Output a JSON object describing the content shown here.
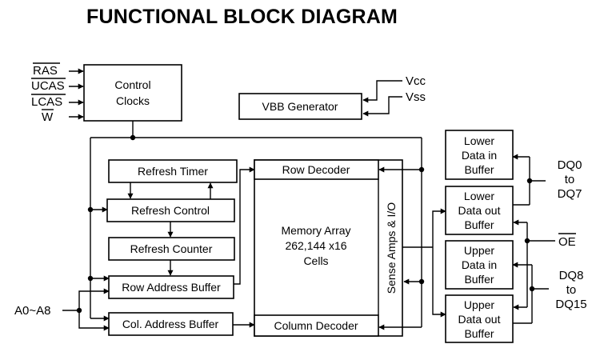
{
  "title": "FUNCTIONAL BLOCK DIAGRAM",
  "blocks": {
    "control_clocks": [
      "Control",
      "Clocks"
    ],
    "vbb_generator": "VBB Generator",
    "refresh_timer": "Refresh Timer",
    "refresh_control": "Refresh Control",
    "refresh_counter": "Refresh Counter",
    "row_address_buffer": "Row Address Buffer",
    "col_address_buffer": "Col. Address Buffer",
    "row_decoder": "Row Decoder",
    "column_decoder": "Column Decoder",
    "memory_array": [
      "Memory Array",
      "262,144 x16",
      "Cells"
    ],
    "sense_amps": "Sense Amps & I/O",
    "lower_data_in": [
      "Lower",
      "Data in",
      "Buffer"
    ],
    "lower_data_out": [
      "Lower",
      "Data out",
      "Buffer"
    ],
    "upper_data_in": [
      "Upper",
      "Data in",
      "Buffer"
    ],
    "upper_data_out": [
      "Upper",
      "Data out",
      "Buffer"
    ]
  },
  "pins": {
    "ras": "RAS",
    "ucas": "UCAS",
    "lcas": "LCAS",
    "w": "W",
    "vcc": "Vcc",
    "vss": "Vss",
    "address": "A0~A8",
    "oe": "OE",
    "dq_lower": [
      "DQ0",
      "to",
      "DQ7"
    ],
    "dq_upper": [
      "DQ8",
      "to",
      "DQ15"
    ]
  }
}
